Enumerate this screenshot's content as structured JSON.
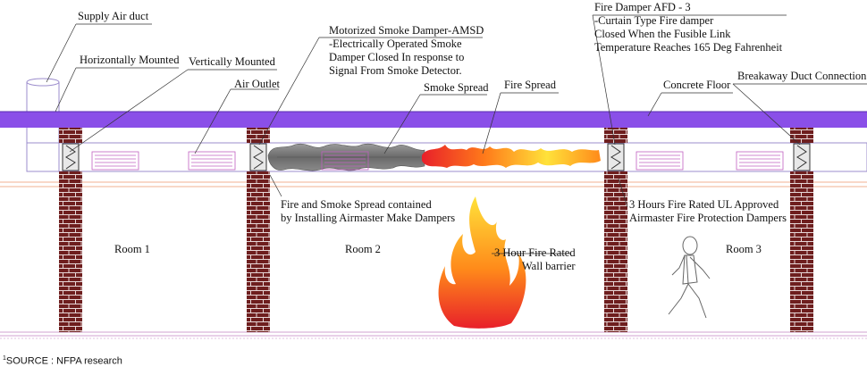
{
  "labels": {
    "supply_air_duct": "Supply Air duct",
    "horizontally_mounted": "Horizontally Mounted",
    "vertically_mounted": "Vertically Mounted",
    "air_outlet": "Air Outlet",
    "motorized_damper": "Motorized Smoke Damper-AMSD\n-Electrically Operated Smoke\nDamper Closed In response to\nSignal From Smoke Detector.",
    "smoke_spread": "Smoke Spread",
    "fire_spread": "Fire Spread",
    "fire_damper": "Fire Damper AFD - 3\n-Curtain Type Fire damper\nClosed When the Fusible Link\nTemperature Reaches 165 Deg Fahrenheit",
    "breakaway": "Breakaway Duct Connection",
    "concrete_floor": "Concrete Floor",
    "contained": "Fire and Smoke Spread contained\nby Installing Airmaster Make Dampers",
    "fire_rated_dampers": "3 Hours Fire Rated UL Approved\nAirmaster Fire Protection Dampers",
    "room1": "Room 1",
    "room2": "Room 2",
    "room3": "Room 3",
    "wall_barrier": "3 Hour Fire Rated\nWall barrier"
  },
  "source": {
    "sup": "1",
    "text": "SOURCE : NFPA research"
  },
  "colors": {
    "slab": "#8a4fe8",
    "brick": "#6e1e1e",
    "mortar": "#e8d8d8",
    "duct_outline": "#9b8ccc",
    "grille": "#c060c0",
    "smoke": "#7a7a7a",
    "fire_red": "#e8202a",
    "fire_yellow": "#ffe23a"
  }
}
